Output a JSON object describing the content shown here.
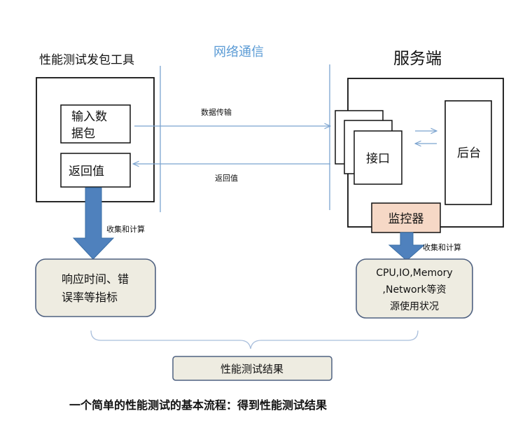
{
  "client": {
    "title": "性能测试发包工具",
    "input_box_line1": "输入数",
    "input_box_line2": "据包",
    "return_box": "返回值",
    "collect_label": "收集和计算",
    "metrics_line1": "响应时间、错",
    "metrics_line2": "误率等指标"
  },
  "network": {
    "title": "网络通信",
    "send_label": "数据传输",
    "return_label": "返回值"
  },
  "server": {
    "title": "服务端",
    "interface_label": "接口",
    "backend_label": "后台",
    "monitor_label": "监控器",
    "collect_label": "收集和计算",
    "resources_line1": "CPU,IO,Memory",
    "resources_line2": ",Network等资",
    "resources_line3": "源使用状况"
  },
  "result": {
    "label": "性能测试结果"
  },
  "caption": "一个简单的性能测试的基本流程：得到性能测试结果",
  "colors": {
    "accent_blue": "#4f81bd",
    "network_title": "#5b9bd5",
    "rounded_fill": "#eeece1",
    "monitor_fill": "#f6d8c6"
  }
}
